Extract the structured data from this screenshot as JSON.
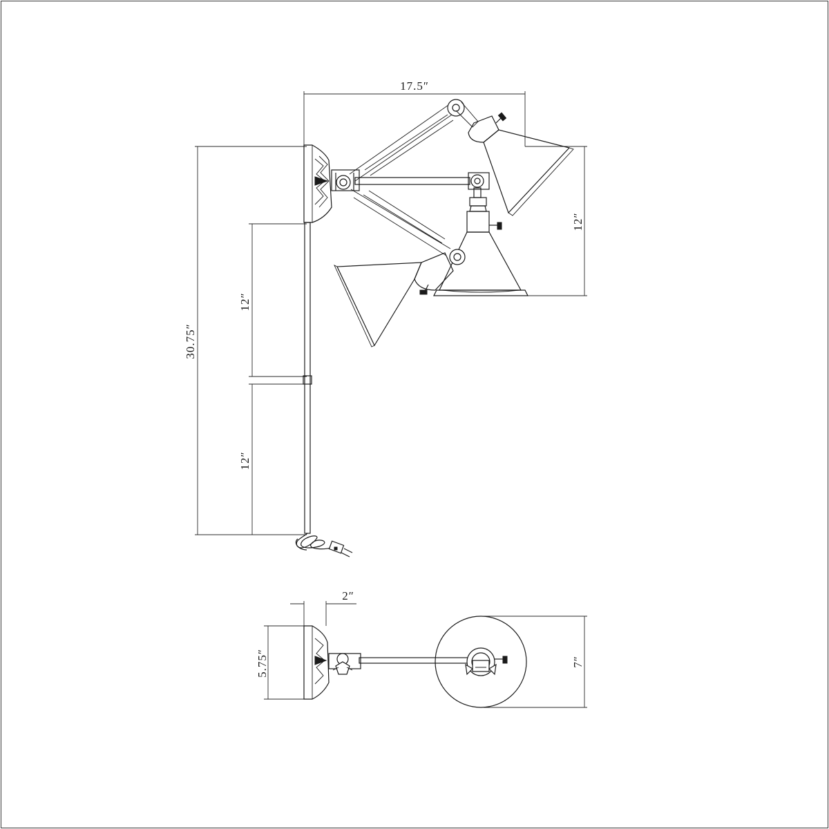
{
  "dimensions": {
    "width_top": "17.5″",
    "height_total": "30.75″",
    "rod_upper": "12″",
    "rod_lower": "12″",
    "shade_drop": "12″",
    "depth_backplate": "2″",
    "backplate_height": "5.75″",
    "shade_diameter": "7″"
  }
}
